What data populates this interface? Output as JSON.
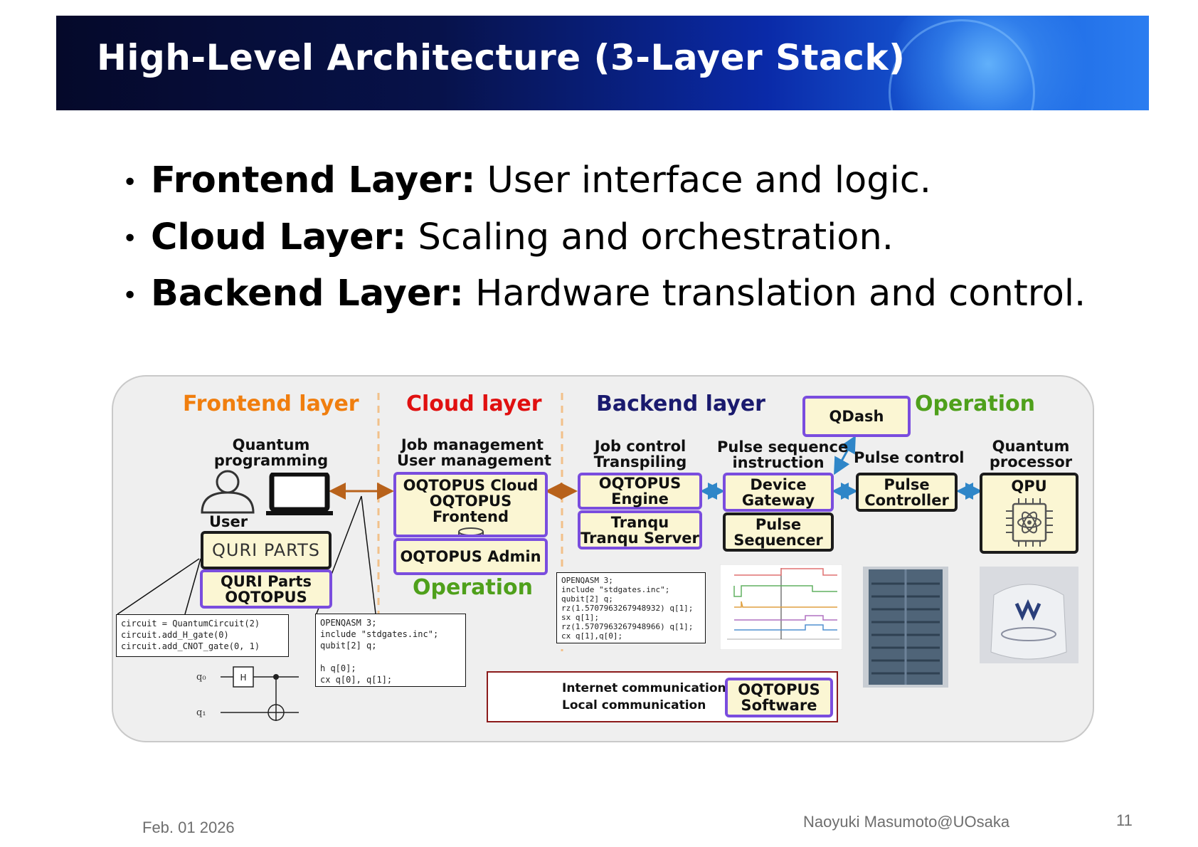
{
  "slide": {
    "title": "High-Level Architecture (3-Layer Stack)",
    "bullets": [
      {
        "term": "Frontend Layer:",
        "text": " User interface and logic."
      },
      {
        "term": "Cloud Layer:",
        "text": " Scaling and orchestration."
      },
      {
        "term": "Backend Layer:",
        "text": " Hardware translation and control."
      }
    ],
    "footer": {
      "date": "Feb. 01 2026",
      "author": "Naoyuki Masumoto@UOsaka",
      "page": "11"
    }
  },
  "diagram": {
    "colors": {
      "frontend": "#f07e0e",
      "cloud": "#e01010",
      "backend": "#1a1a6e",
      "operation": "#4fa01b",
      "box_border": "#7a4dde",
      "box_fill": "#fbf6d3",
      "internet_arrow": "#b8621b",
      "local_arrow": "#2f86c8"
    },
    "layers": {
      "frontend": "Frontend layer",
      "cloud": "Cloud layer",
      "backend": "Backend layer",
      "operation": "Operation"
    },
    "frontend": {
      "heading_1": "Quantum",
      "heading_2": "programming",
      "user_label": "User",
      "quri_logo": "QURI PARTS",
      "quri_box_1": "QURI Parts",
      "quri_box_2": "OQTOPUS",
      "code_python": "circuit = QuantumCircuit(2)\ncircuit.add_H_gate(0)\ncircuit.add_CNOT_gate(0, 1)",
      "q0": "q₀",
      "q1": "q₁",
      "h_gate": "H",
      "code_qasm": "OPENQASM 3;\ninclude \"stdgates.inc\";\nqubit[2] q;\n\nh q[0];\ncx q[0], q[1];"
    },
    "cloud": {
      "heading_1": "Job management",
      "heading_2": "User management",
      "box_1": "OQTOPUS Cloud",
      "box_2": "OQTOPUS Frontend",
      "admin": "OQTOPUS Admin",
      "operation": "Operation"
    },
    "backend": {
      "job_heading_1": "Job control",
      "job_heading_2": "Transpiling",
      "engine_1": "OQTOPUS",
      "engine_2": "Engine",
      "tranqu_1": "Tranqu",
      "tranqu_2": "Tranqu Server",
      "code_transpiled": "OPENQASM 3;\ninclude \"stdgates.inc\";\nqubit[2] q;\nrz(1.5707963267948932) q[1];\nsx q[1];\nrz(1.5707963267948966) q[1];\ncx q[1],q[0];",
      "pulse_seq_heading_1": "Pulse sequence",
      "pulse_seq_heading_2": "instruction",
      "gateway_1": "Device",
      "gateway_2": "Gateway",
      "sequencer_1": "Pulse",
      "sequencer_2": "Sequencer",
      "qdash": "QDash",
      "pulse_control_heading": "Pulse control",
      "controller_1": "Pulse",
      "controller_2": "Controller",
      "qp_heading_1": "Quantum",
      "qp_heading_2": "processor",
      "qpu": "QPU"
    },
    "legend": {
      "internet": "Internet communication",
      "local": "Local communication",
      "software_1": "OQTOPUS",
      "software_2": "Software"
    }
  }
}
